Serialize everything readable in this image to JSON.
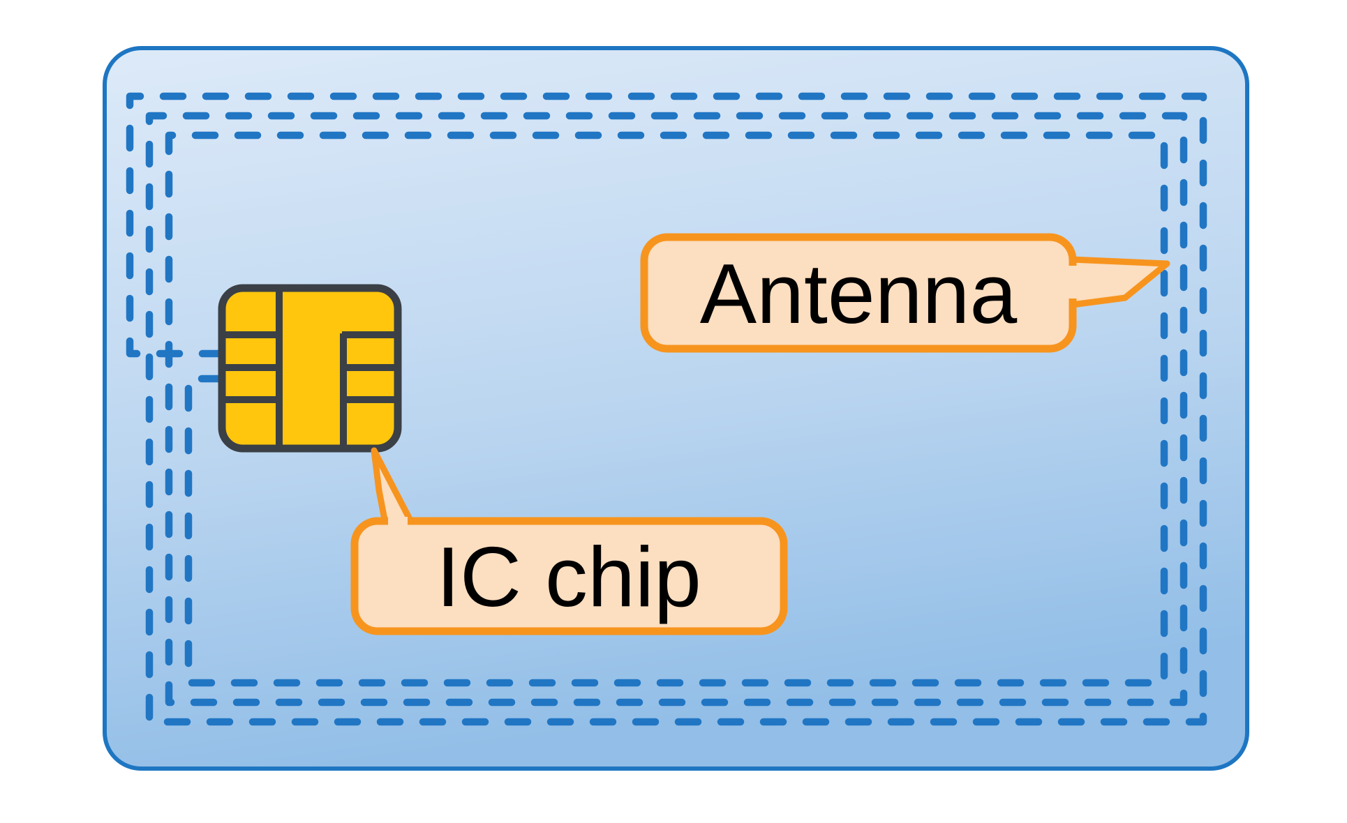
{
  "diagram": {
    "subject": "contactless-smart-card-cross-section",
    "labels": {
      "antenna": "Antenna",
      "ic_chip": "IC chip"
    },
    "antenna_coil": {
      "turns": 3,
      "line_style": "dashed",
      "connects_to": "ic_chip"
    },
    "colors": {
      "background": "#FFFFFF",
      "card_border": "#1E76C2",
      "card_fill_top": "#DCE9F8",
      "card_fill_bottom": "#92BEE7",
      "antenna_dash": "#2176C4",
      "chip_fill": "#FFC60D",
      "chip_outline": "#3B4046",
      "callout_fill": "#FCDEC0",
      "callout_border": "#F7941E",
      "label_text": "#000000"
    }
  }
}
